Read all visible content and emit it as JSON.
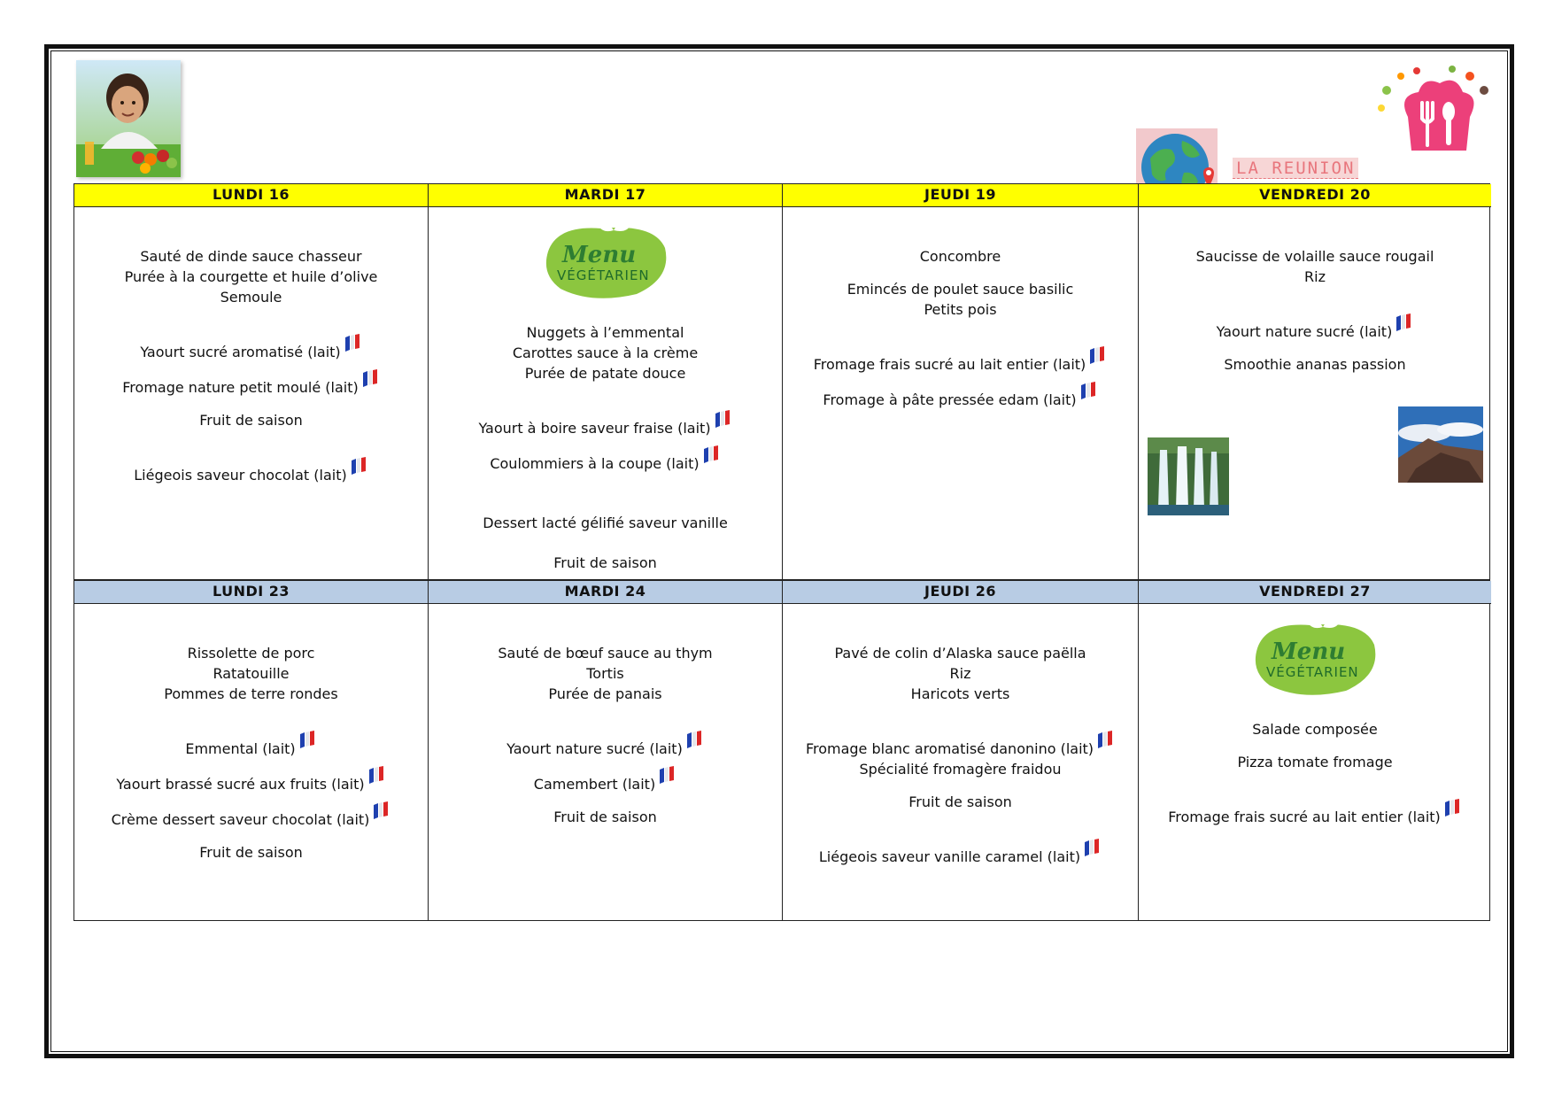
{
  "region": "LA REUNION",
  "weeks": [
    {
      "days": [
        {
          "header": "LUNDI 16",
          "mains": [
            "Sauté de dinde sauce chasseur",
            "Purée à la courgette et huile d’olive",
            "Semoule"
          ],
          "dairy": [
            "Yaourt sucré aromatisé (lait)",
            "Fromage nature petit moulé (lait)"
          ],
          "fruit": "Fruit de saison",
          "dessert": "Liégeois saveur chocolat (lait)"
        },
        {
          "header": "MARDI 17",
          "veg_logo": {
            "line1": "Menu",
            "line2": "VÉGÉTARIEN"
          },
          "mains": [
            "Nuggets à l’emmental",
            "Carottes sauce à la crème",
            "Purée de patate douce"
          ],
          "dairy": [
            "Yaourt à boire saveur fraise (lait)",
            "Coulommiers à la coupe (lait)"
          ],
          "dessert": "Dessert lacté gélifié saveur vanille",
          "fruit": "Fruit de saison"
        },
        {
          "header": "JEUDI 19",
          "starter": "Concombre",
          "mains": [
            "Emincés de poulet sauce basilic",
            "Petits pois"
          ],
          "dairy": [
            "Fromage frais sucré au lait entier (lait)",
            "Fromage à pâte pressée edam (lait)"
          ]
        },
        {
          "header": "VENDREDI 20",
          "mains": [
            "Saucisse de volaille sauce rougail",
            "Riz"
          ],
          "dairy": [
            "Yaourt nature sucré (lait)"
          ],
          "dessert": "Smoothie ananas passion"
        }
      ]
    },
    {
      "days": [
        {
          "header": "LUNDI 23",
          "mains": [
            "Rissolette de porc",
            "Ratatouille",
            "Pommes de terre rondes"
          ],
          "dairy": [
            "Emmental (lait)",
            "Yaourt brassé sucré aux fruits (lait)",
            "Crème dessert saveur chocolat (lait)"
          ],
          "fruit": "Fruit de saison"
        },
        {
          "header": "MARDI 24",
          "mains": [
            "Sauté de bœuf sauce au thym",
            "Tortis",
            "Purée de panais"
          ],
          "dairy": [
            "Yaourt nature sucré (lait)",
            "Camembert (lait)"
          ],
          "fruit": "Fruit de saison"
        },
        {
          "header": "JEUDI 26",
          "mains": [
            "Pavé de colin d’Alaska sauce paëlla",
            "Riz",
            "Haricots verts"
          ],
          "dairy": [
            "Fromage blanc aromatisé danonino (lait)"
          ],
          "cheese_plain": "Spécialité fromagère fraidou",
          "fruit": "Fruit de saison",
          "dessert": "Liégeois saveur vanille caramel (lait)"
        },
        {
          "header": "VENDREDI 27",
          "veg_logo": {
            "line1": "Menu",
            "line2": "VÉGÉTARIEN"
          },
          "starter": "Salade composée",
          "mains": [
            "Pizza tomate fromage"
          ],
          "dairy": [
            "Fromage frais sucré au lait entier (lait)"
          ]
        }
      ]
    }
  ],
  "icons": {
    "origin_flag": "france-flag-icon",
    "logo": "chef-hat-fork-spoon-icon",
    "globe": "globe-location-icon"
  },
  "colors": {
    "week1_header": "#ffff00",
    "week2_header": "#b8cce4",
    "veg_green": "#8cc63f",
    "veg_text": "#2e7d32",
    "region_text": "#e8767d",
    "logo_pink": "#e91e63"
  }
}
